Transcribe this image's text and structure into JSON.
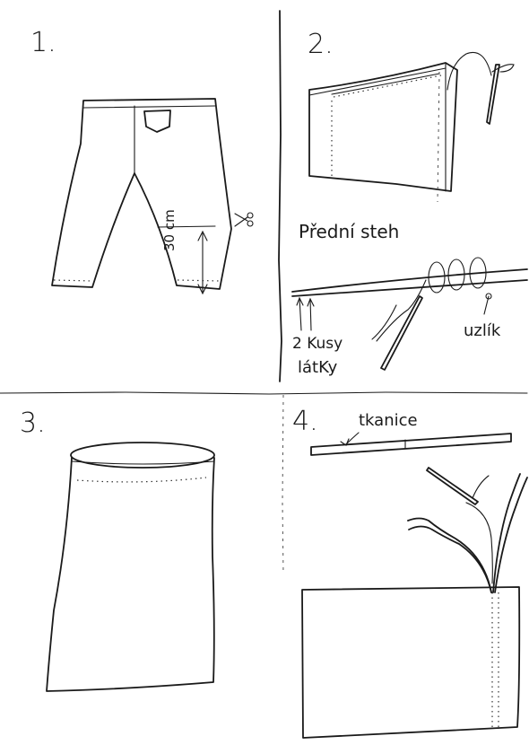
{
  "steps": {
    "step1": {
      "number": "1."
    },
    "step2": {
      "number": "2."
    },
    "step3": {
      "number": "3."
    },
    "step4": {
      "number": "4."
    }
  },
  "panel1": {
    "measurement": "30 cm"
  },
  "panel2": {
    "heading": "Přední steh",
    "label_pieces_line1": "2 Kusy",
    "label_pieces_line2": "látKy",
    "label_knot": "uzlík"
  },
  "panel4": {
    "label_drawstring": "tkanice"
  },
  "icons": [
    "scissors-icon",
    "needle-icon"
  ]
}
